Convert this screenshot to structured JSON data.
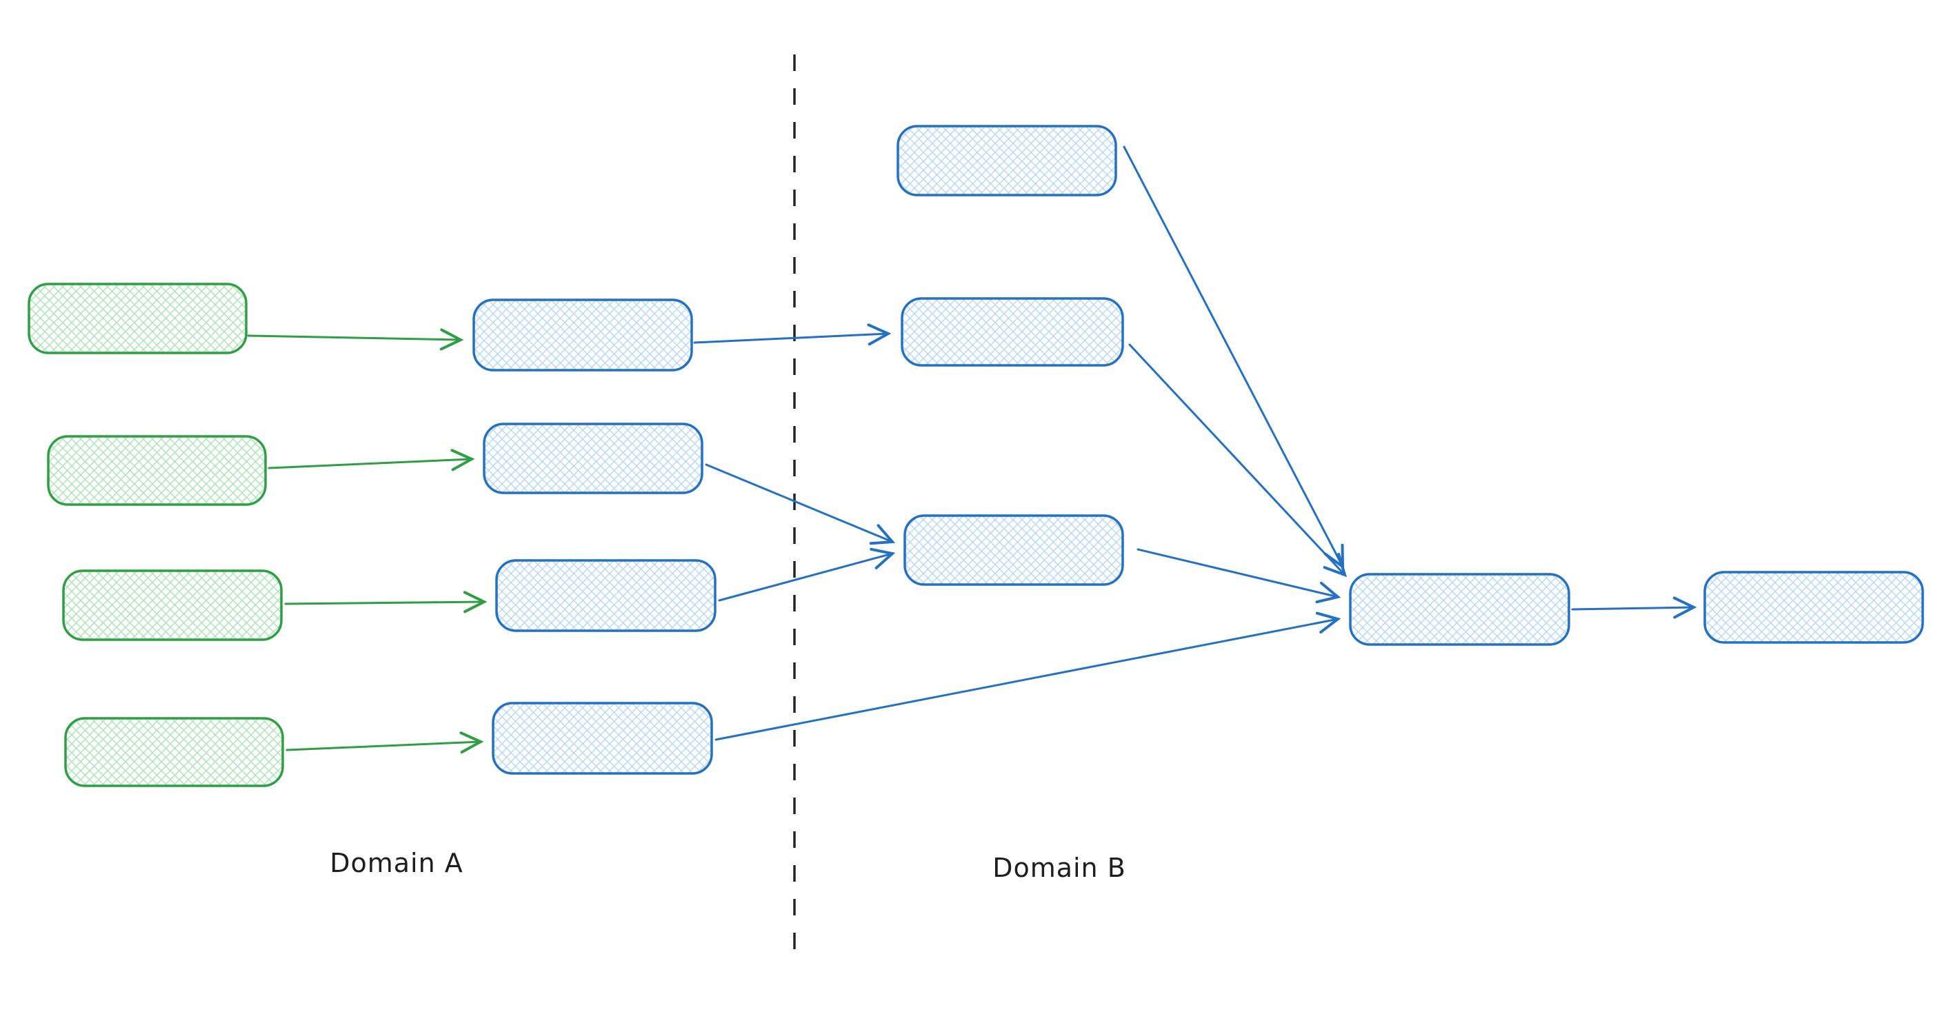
{
  "diagram": {
    "labels": {
      "domain_a": "Domain A",
      "domain_b": "Domain B"
    },
    "colors": {
      "background": "#ffffff",
      "green_stroke": "#2f9e44",
      "green_hatch": "#a9e3b4",
      "blue_stroke": "#2470c2",
      "blue_hatch": "#b3d7f5",
      "divider": "#212529",
      "label_text": "#1e1e1e"
    },
    "nodes": [
      {
        "id": "green-1",
        "region": "domain-a",
        "color": "green",
        "label": ""
      },
      {
        "id": "green-2",
        "region": "domain-a",
        "color": "green",
        "label": ""
      },
      {
        "id": "green-3",
        "region": "domain-a",
        "color": "green",
        "label": ""
      },
      {
        "id": "green-4",
        "region": "domain-a",
        "color": "green",
        "label": ""
      },
      {
        "id": "blue-a1",
        "region": "domain-a",
        "color": "blue",
        "label": ""
      },
      {
        "id": "blue-a2",
        "region": "domain-a",
        "color": "blue",
        "label": ""
      },
      {
        "id": "blue-a3",
        "region": "domain-a",
        "color": "blue",
        "label": ""
      },
      {
        "id": "blue-a4",
        "region": "domain-a",
        "color": "blue",
        "label": ""
      },
      {
        "id": "blue-b-top",
        "region": "domain-b",
        "color": "blue",
        "label": ""
      },
      {
        "id": "blue-b-mid",
        "region": "domain-b",
        "color": "blue",
        "label": ""
      },
      {
        "id": "blue-b-center",
        "region": "domain-b",
        "color": "blue",
        "label": ""
      },
      {
        "id": "blue-converge",
        "region": "domain-b",
        "color": "blue",
        "label": ""
      },
      {
        "id": "blue-output",
        "region": "domain-b",
        "color": "blue",
        "label": ""
      }
    ],
    "edges": [
      {
        "from": "green-1",
        "to": "blue-a1",
        "color": "green"
      },
      {
        "from": "green-2",
        "to": "blue-a2",
        "color": "green"
      },
      {
        "from": "green-3",
        "to": "blue-a3",
        "color": "green"
      },
      {
        "from": "green-4",
        "to": "blue-a4",
        "color": "green"
      },
      {
        "from": "blue-a1",
        "to": "blue-b-mid",
        "color": "blue"
      },
      {
        "from": "blue-a2",
        "to": "blue-b-center",
        "color": "blue"
      },
      {
        "from": "blue-a3",
        "to": "blue-b-center",
        "color": "blue"
      },
      {
        "from": "blue-a4",
        "to": "blue-converge",
        "color": "blue"
      },
      {
        "from": "blue-b-top",
        "to": "blue-converge",
        "color": "blue"
      },
      {
        "from": "blue-b-mid",
        "to": "blue-converge",
        "color": "blue"
      },
      {
        "from": "blue-b-center",
        "to": "blue-converge",
        "color": "blue"
      },
      {
        "from": "blue-converge",
        "to": "blue-output",
        "color": "blue"
      }
    ],
    "divider": {
      "orientation": "vertical",
      "style": "dashed"
    }
  }
}
